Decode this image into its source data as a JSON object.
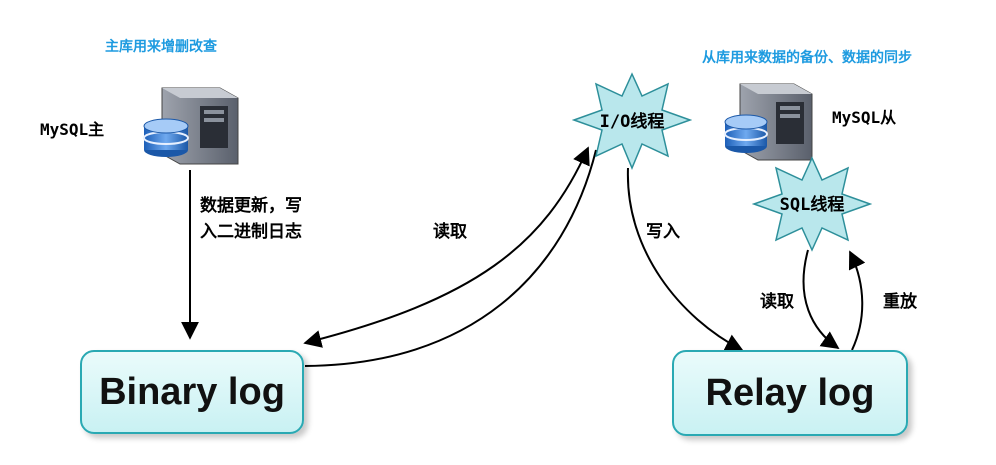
{
  "master": {
    "caption": "主库用来增删改查",
    "label": "MySQL主",
    "server_icon": "database-server-icon"
  },
  "slave": {
    "caption": "从库用来数据的备份、数据的同步",
    "label": "MySQL从",
    "server_icon": "database-server-icon"
  },
  "edges": {
    "update_line1": "数据更新，写",
    "update_line2": "入二进制日志",
    "io_read": "读取",
    "io_write": "写入",
    "sql_read": "读取",
    "sql_replay": "重放"
  },
  "threads": {
    "io": "I/O线程",
    "sql": "SQL线程"
  },
  "logs": {
    "binary": "Binary log",
    "relay": "Relay log"
  },
  "colors": {
    "caption": "#1e9be0",
    "star_fill": "#b9e7ec",
    "star_stroke": "#2d8f9a",
    "box_border": "#2aa9b3"
  }
}
